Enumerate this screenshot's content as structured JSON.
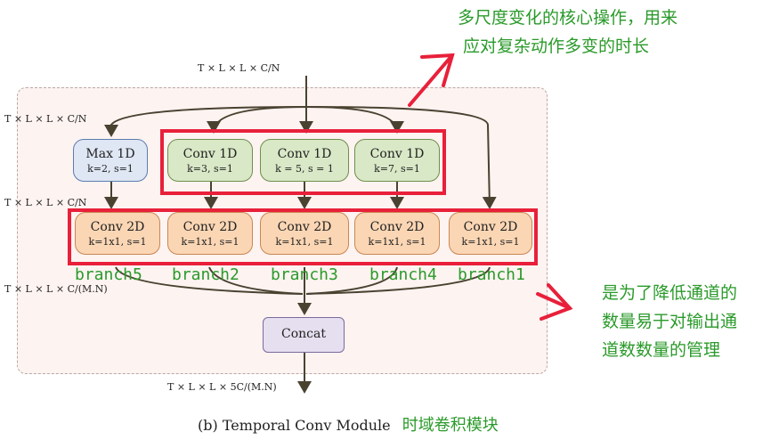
{
  "input_dim": "T × L × L × C/N",
  "output_dim": "T × L × L × 5C/(M.N)",
  "side_dims": [
    "T × L × L × C/N",
    "T × L × L × C/N",
    "T × L × L × C/(M.N)"
  ],
  "maxpool": {
    "title": "Max 1D",
    "params": "k=2, s=1"
  },
  "conv1d": [
    {
      "title": "Conv 1D",
      "params": "k=3, s=1"
    },
    {
      "title": "Conv 1D",
      "params": "k = 5, s = 1"
    },
    {
      "title": "Conv 1D",
      "params": "k=7, s=1"
    }
  ],
  "conv2d": [
    {
      "title": "Conv 2D",
      "params": "k=1x1, s=1"
    },
    {
      "title": "Conv 2D",
      "params": "k=1x1, s=1"
    },
    {
      "title": "Conv 2D",
      "params": "k=1x1, s=1"
    },
    {
      "title": "Conv 2D",
      "params": "k=1x1, s=1"
    },
    {
      "title": "Conv 2D",
      "params": "k=1x1, s=1"
    }
  ],
  "branches": [
    "branch5",
    "branch2",
    "branch3",
    "branch4",
    "branch1"
  ],
  "concat": "Concat",
  "caption": "(b) Temporal Conv Module",
  "caption_cn": "时域卷积模块",
  "note_top": [
    "多尺度变化的核心操作，用来",
    "应对复杂动作多变的时长"
  ],
  "note_right": [
    "是为了降低通道的",
    "数量易于对输出通",
    "道数数量的管理"
  ],
  "colors": {
    "annotation_red": "#e8203a",
    "annotation_green": "#2a9a2a"
  }
}
